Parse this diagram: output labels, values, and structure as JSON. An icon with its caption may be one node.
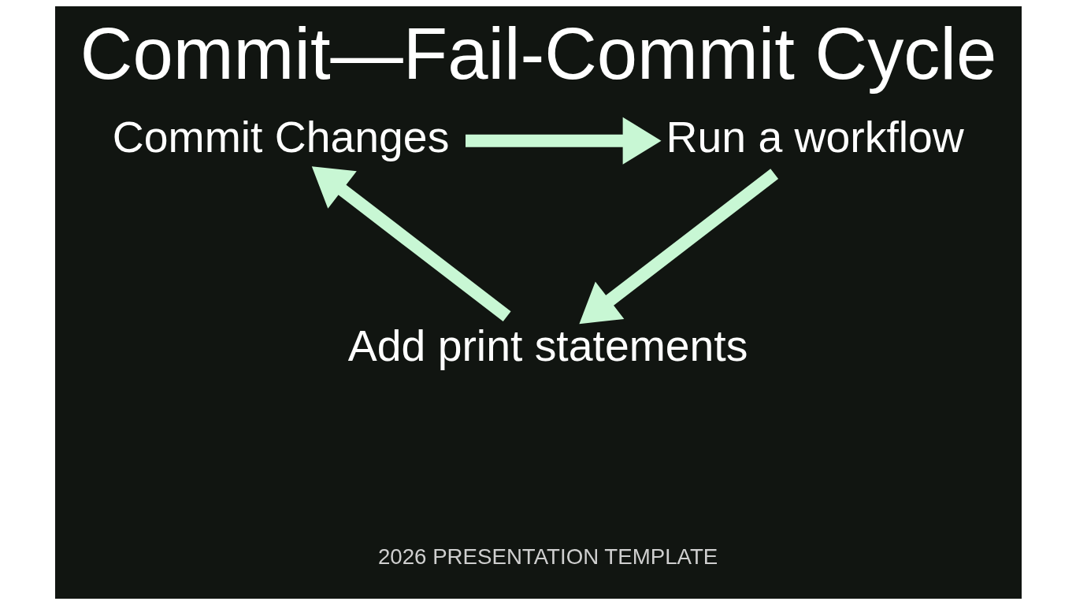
{
  "diagram": {
    "title": "Commit—Fail-Commit Cycle",
    "nodes": [
      {
        "text": [
          "Commit Changes"
        ]
      },
      {
        "text": [
          "Run a workflow"
        ]
      },
      {
        "text": [
          "Add print statements"
        ]
      }
    ],
    "edges": [
      {
        "from": 0,
        "to": 1,
        "arrow": "to"
      },
      {
        "from": 1,
        "to": 2,
        "arrow": "to"
      },
      {
        "from": 2,
        "to": 0,
        "arrow": "to"
      }
    ],
    "labels": [
      "2026 PRESENTATION TEMPLATE"
    ]
  }
}
